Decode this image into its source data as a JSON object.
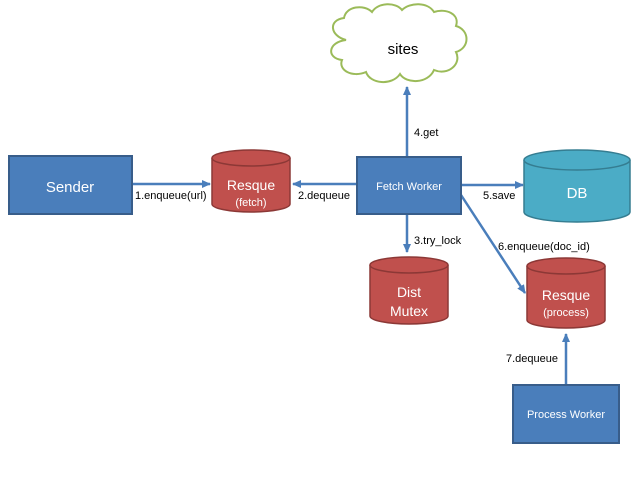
{
  "nodes": {
    "sender": "Sender",
    "resque_fetch": {
      "title": "Resque",
      "subtitle": "(fetch)"
    },
    "fetch_worker": "Fetch Worker",
    "sites": "sites",
    "db": "DB",
    "dist_mutex": {
      "line1": "Dist",
      "line2": "Mutex"
    },
    "resque_process": {
      "title": "Resque",
      "subtitle": "(process)"
    },
    "process_worker": "Process Worker"
  },
  "edges": {
    "enqueue_url": "1.enqueue(url)",
    "dequeue_fetch": "2.dequeue",
    "try_lock": "3.try_lock",
    "get": "4.get",
    "save": "5.save",
    "enqueue_doc": "6.enqueue(doc_id)",
    "dequeue_process": "7.dequeue"
  },
  "colors": {
    "box_fill": "#4a7ebb",
    "box_stroke": "#385d8a",
    "cyl_red": "#c0504d",
    "cyl_red_dark": "#8c3836",
    "cyl_teal": "#4bacc6",
    "cyl_teal_dark": "#357d91",
    "arrow": "#4a7ebb",
    "cloud_stroke": "#9bbb59"
  }
}
